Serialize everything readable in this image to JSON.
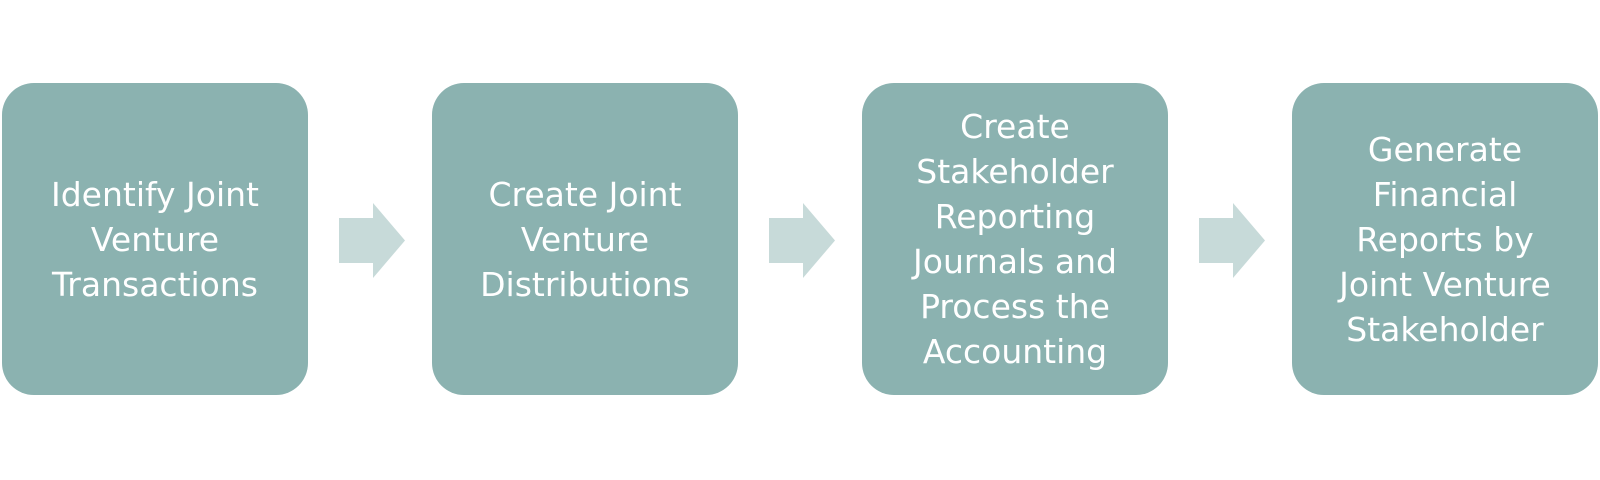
{
  "colors": {
    "box_fill": "#8bb2b0",
    "arrow_fill": "#c7dad9",
    "text": "#ffffff"
  },
  "steps": [
    {
      "label": "Identify Joint\nVenture\nTransactions"
    },
    {
      "label": "Create Joint\nVenture\nDistributions"
    },
    {
      "label": "Create\nStakeholder\nReporting\nJournals and\nProcess the\nAccounting"
    },
    {
      "label": "Generate\nFinancial\nReports by\nJoint Venture\nStakeholder"
    }
  ],
  "connectors": [
    {
      "icon": "right-arrow-icon"
    },
    {
      "icon": "right-arrow-icon"
    },
    {
      "icon": "right-arrow-icon"
    }
  ]
}
